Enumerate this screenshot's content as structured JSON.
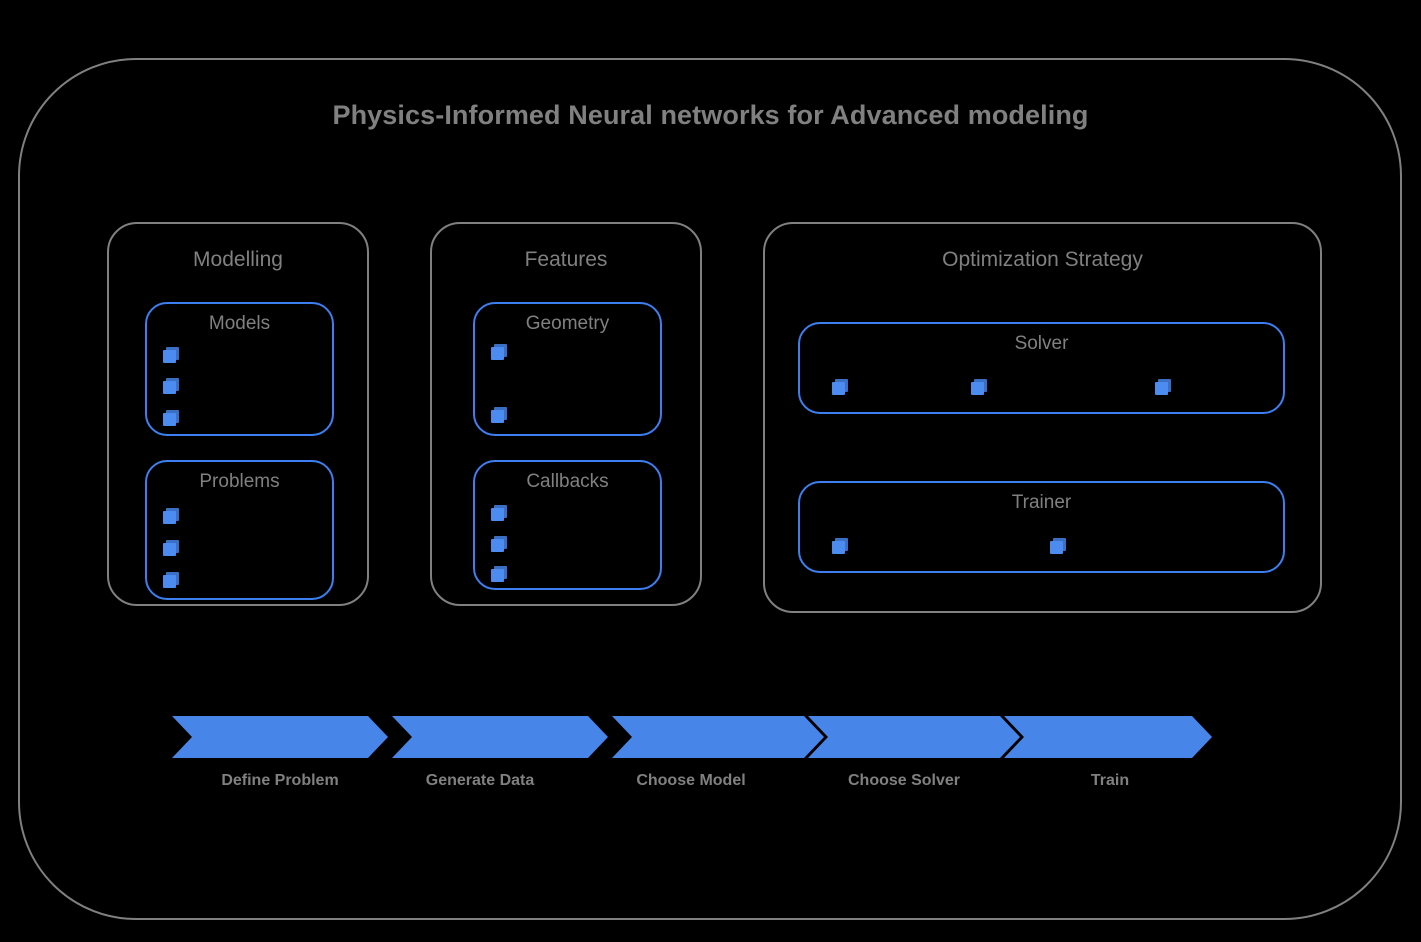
{
  "diagram": {
    "title": "Physics-Informed Neural networks for Advanced modeling",
    "colors": {
      "background": "#000000",
      "outer_border": "#808080",
      "group_border": "#808080",
      "panel_border": "#3d7ff0",
      "marker_fill": "#4c8bf0",
      "marker_shadow": "#3b6fc4",
      "arrow_fill": "#4885e8",
      "text": "#808080"
    },
    "groups": [
      {
        "name": "modelling",
        "title": "Modelling",
        "panels": [
          {
            "name": "models",
            "title": "Models",
            "item_count": 3,
            "layout": "vertical"
          },
          {
            "name": "problems",
            "title": "Problems",
            "item_count": 3,
            "layout": "vertical"
          }
        ]
      },
      {
        "name": "features",
        "title": "Features",
        "panels": [
          {
            "name": "geometry",
            "title": "Geometry",
            "item_count": 2,
            "layout": "vertical"
          },
          {
            "name": "callbacks",
            "title": "Callbacks",
            "item_count": 3,
            "layout": "vertical"
          }
        ]
      },
      {
        "name": "optimization-strategy",
        "title": "Optimization Strategy",
        "panels": [
          {
            "name": "solver",
            "title": "Solver",
            "item_count": 3,
            "layout": "horizontal"
          },
          {
            "name": "trainer",
            "title": "Trainer",
            "item_count": 2,
            "layout": "horizontal"
          }
        ]
      }
    ],
    "pipeline": {
      "steps": [
        {
          "label": "Define Problem"
        },
        {
          "label": "Generate Data"
        },
        {
          "label": "Choose Model"
        },
        {
          "label": "Choose Solver"
        },
        {
          "label": "Train"
        }
      ]
    }
  }
}
